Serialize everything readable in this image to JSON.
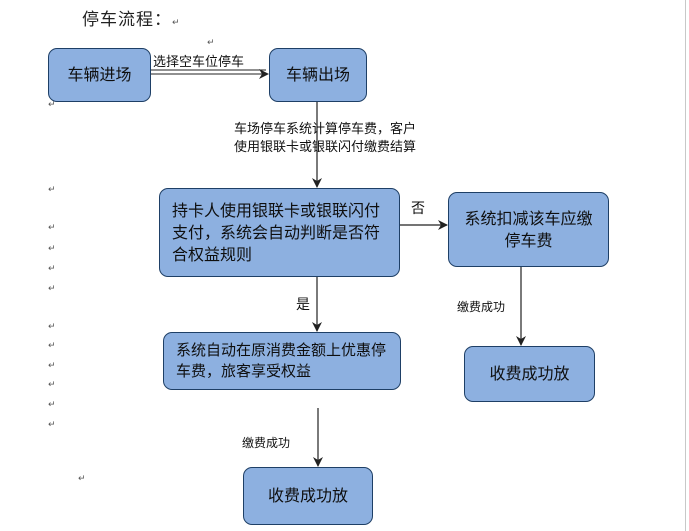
{
  "title": "停车流程：",
  "nodes": {
    "entry": "车辆进场",
    "exit": "车辆出场",
    "card_check": "持卡人使用银联卡或银联闪付支付，系统会自动判断是否符合权益规则",
    "deduct": "系统扣减该车应缴停车费",
    "auto_discount": "系统自动在原消费金额上优惠停车费，旅客享受权益",
    "success_right": "收费成功放",
    "success_bottom": "收费成功放"
  },
  "edges": {
    "entry_to_exit": "选择空车位停车",
    "exit_to_check": "车场停车系统计算停车费，客户使用银联卡或银联闪付缴费结算",
    "check_no": "否",
    "check_yes": "是",
    "deduct_to_success": "缴费成功",
    "discount_to_success": "缴费成功"
  },
  "colors": {
    "box_fill": "#8db0e0",
    "box_border": "#1e3f66",
    "arrow": "#222222"
  }
}
